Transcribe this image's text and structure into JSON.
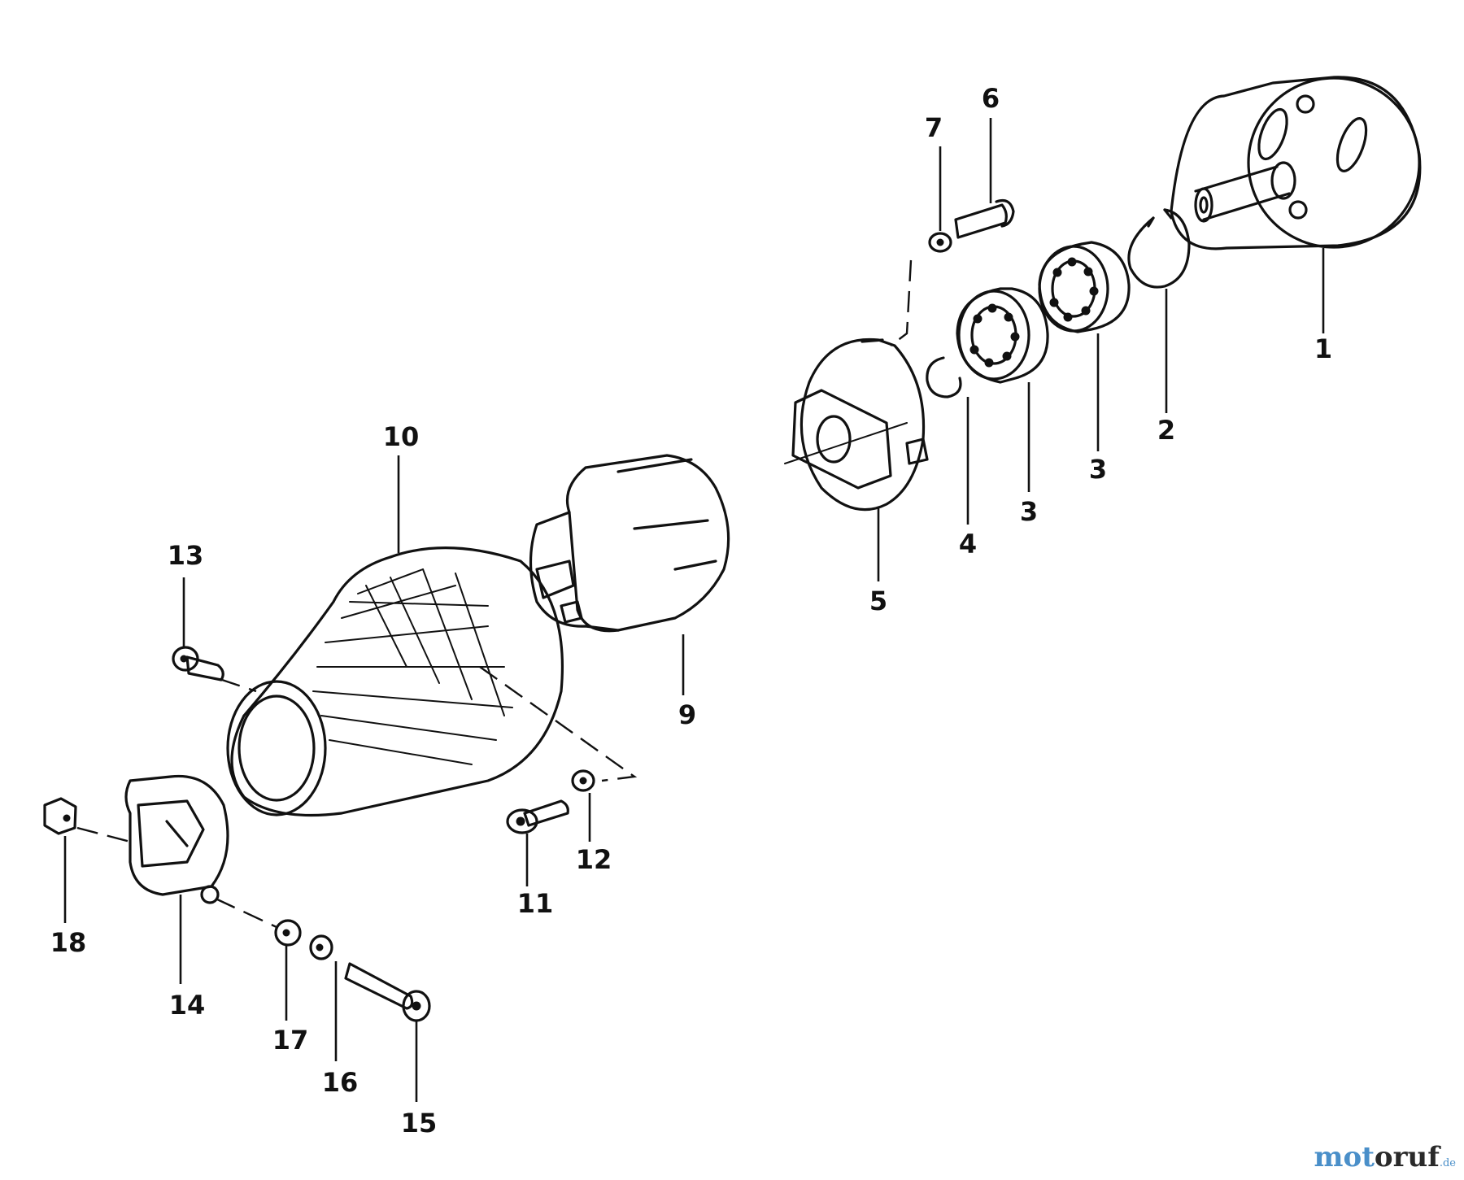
{
  "callouts": {
    "c1": "1",
    "c2": "2",
    "c3a": "3",
    "c3b": "3",
    "c4": "4",
    "c5": "5",
    "c6": "6",
    "c7": "7",
    "c9": "9",
    "c10": "10",
    "c11": "11",
    "c12": "12",
    "c13": "13",
    "c14": "14",
    "c15": "15",
    "c16": "16",
    "c17": "17",
    "c18": "18"
  },
  "watermark": {
    "part1": "mot",
    "part2": "oruf",
    "part3": "",
    "part4": ".de"
  }
}
